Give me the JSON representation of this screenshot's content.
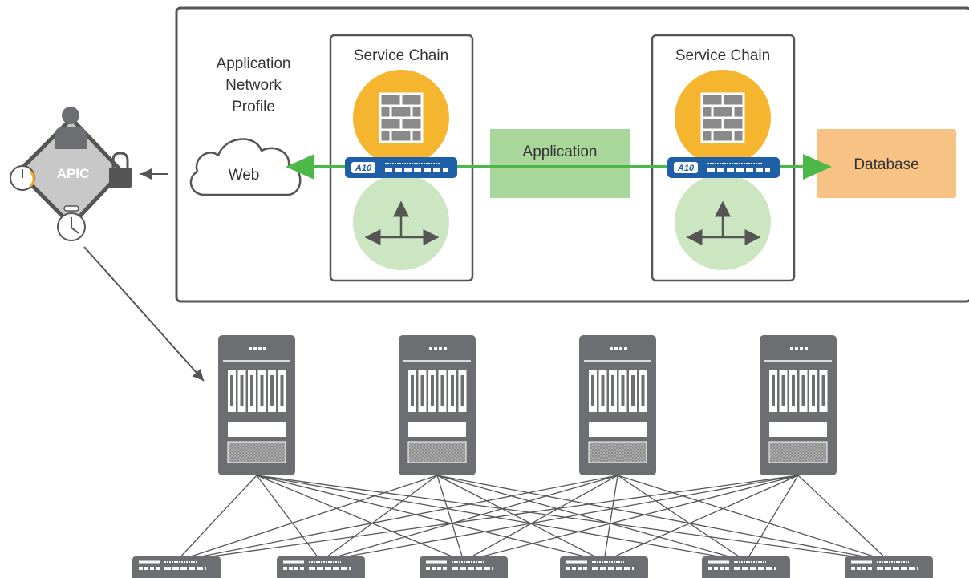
{
  "profile": {
    "label_lines": [
      "Application",
      "Network",
      "Profile"
    ]
  },
  "apic": {
    "label": "APIC"
  },
  "chains": [
    {
      "title": "Service Chain",
      "device_logo": "A10"
    },
    {
      "title": "Service Chain",
      "device_logo": "A10"
    }
  ],
  "nodes": {
    "web": "Web",
    "application": "Application",
    "database": "Database"
  },
  "icons": [
    "user-icon",
    "gauge-icon",
    "lock-icon",
    "clock-icon",
    "cloud-icon",
    "firewall-icon",
    "load-balancer-icon",
    "spine-switch-icon",
    "leaf-switch-icon"
  ],
  "colors": {
    "frame": "#555555",
    "firewall": "#f5b52e",
    "brick": "#8a8a8a",
    "lb_circle": "#cde6c2",
    "app_box": "#a9d69a",
    "db_box": "#f7c284",
    "arrow": "#4cb848",
    "a10_blue": "#1f5fa8",
    "device_gray": "#6d6e71"
  }
}
